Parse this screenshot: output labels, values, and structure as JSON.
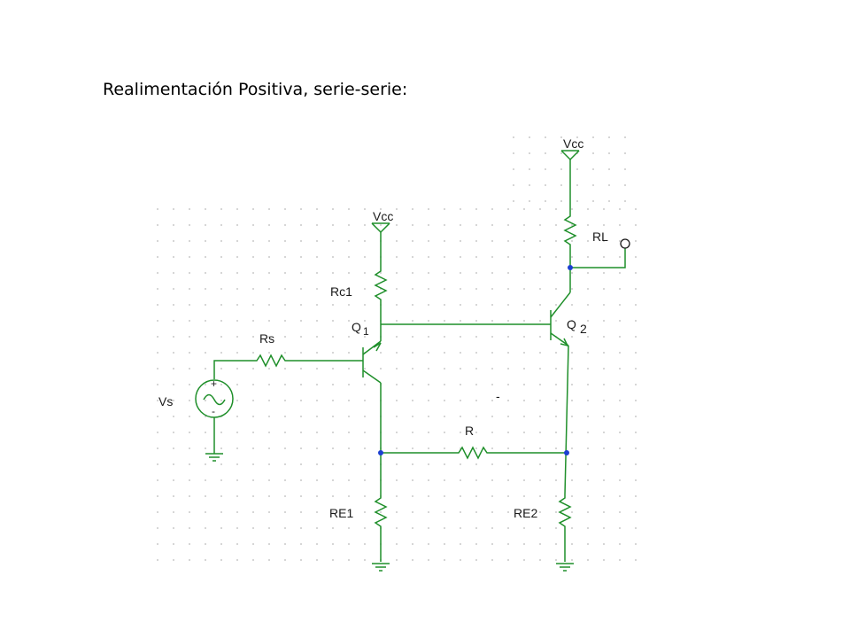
{
  "slide": {
    "title": "Realimentación Positiva, serie-serie:"
  },
  "schematic": {
    "supply_left": "Vcc",
    "supply_right": "Vcc",
    "transistors": [
      {
        "letter": "Q",
        "index": "1"
      },
      {
        "letter": "Q",
        "index": "2"
      }
    ],
    "resistors": {
      "rs": "Rs",
      "rc1": "Rc1",
      "rl": "RL",
      "r": "R",
      "re1": "RE1",
      "re2": "RE2"
    },
    "source": "Vs",
    "stray_mark": "-"
  },
  "colors": {
    "wire": "#1f8f2a",
    "component": "#1f3fa8",
    "node": "#1c3fd1",
    "grid": "#b9b9b9"
  }
}
